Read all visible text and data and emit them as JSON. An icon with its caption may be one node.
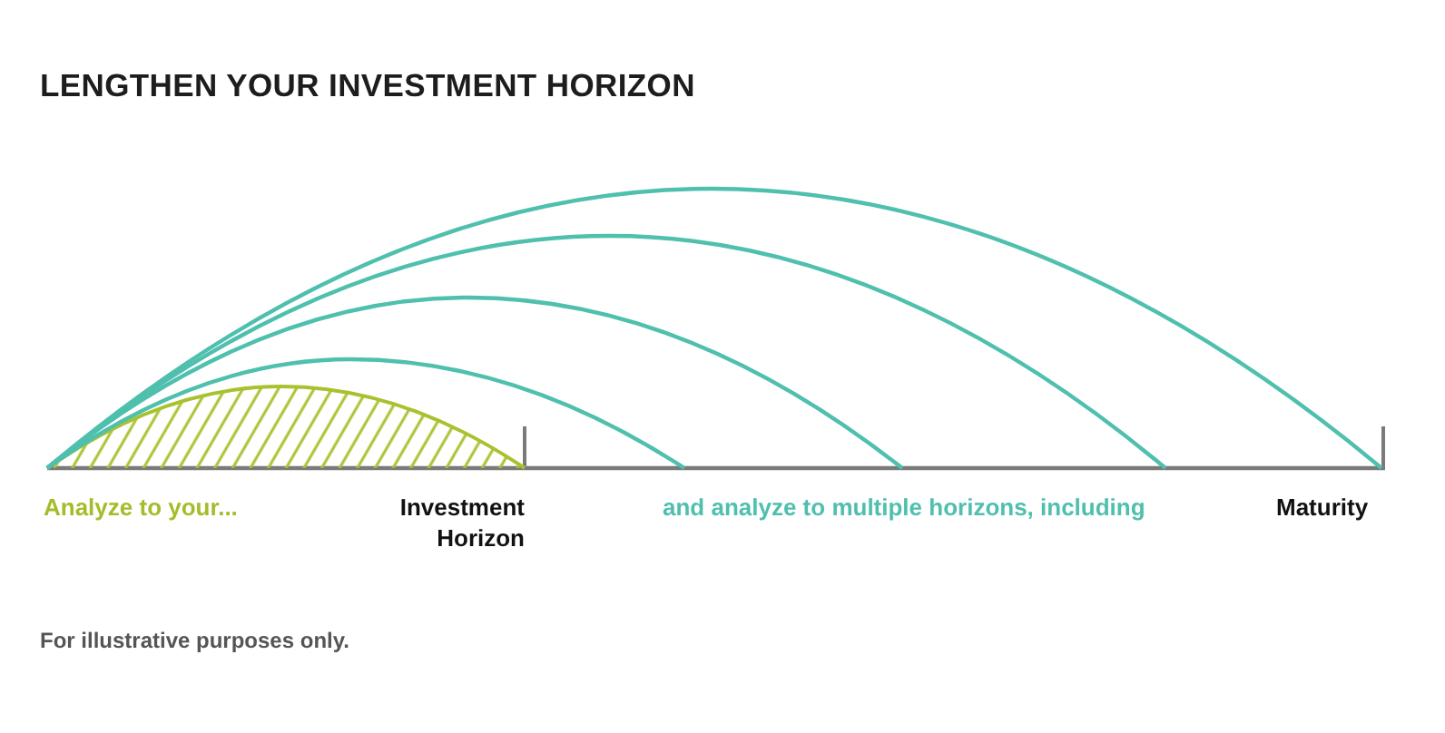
{
  "diagram": {
    "title": "LENGTHEN YOUR INVESTMENT HORIZON",
    "caption": "For illustrative purposes only.",
    "labels": [
      "Analyze to your...",
      "Investment Horizon",
      "and analyze to multiple horizons, including",
      "Maturity"
    ]
  }
}
